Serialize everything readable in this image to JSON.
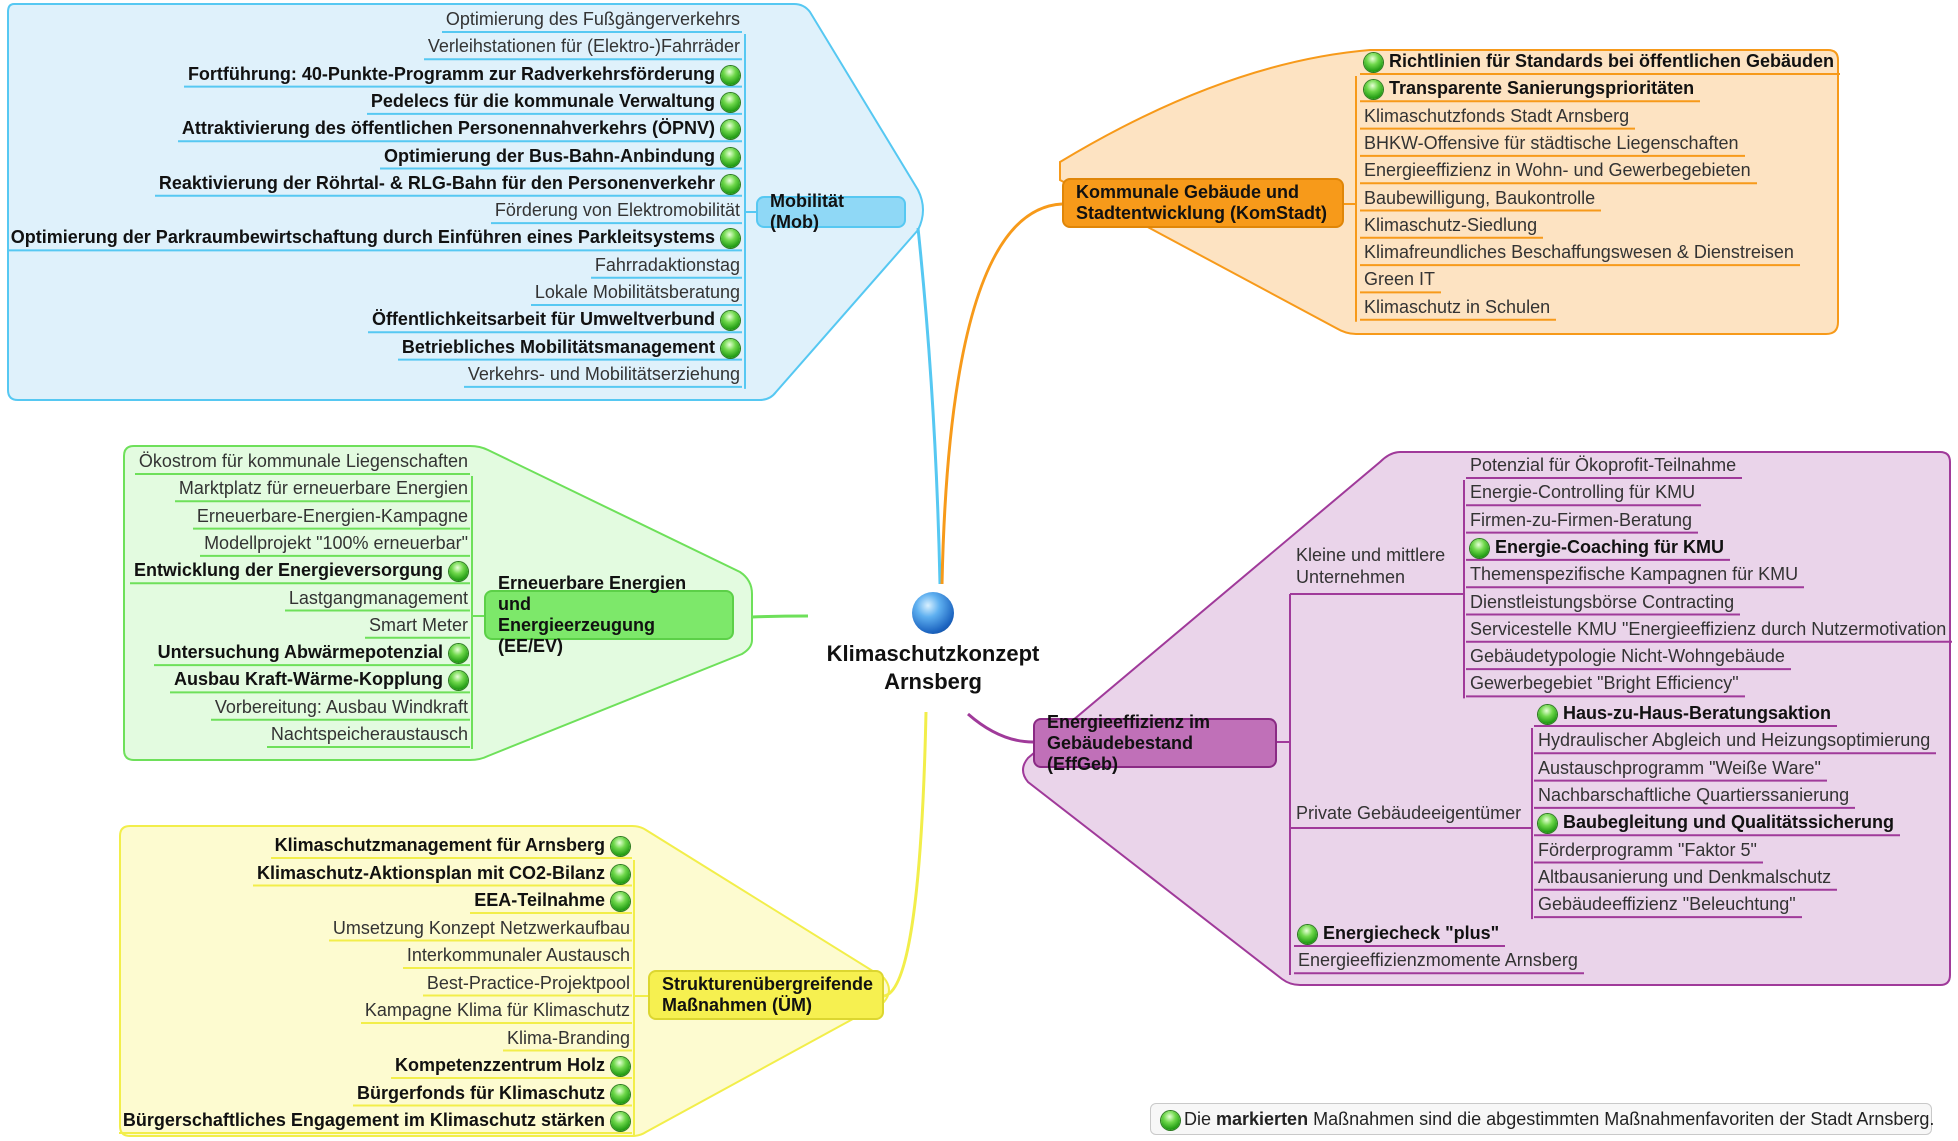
{
  "center": {
    "line1": "Klimaschutzkonzept",
    "line2": "Arnsberg"
  },
  "legend": {
    "pre": "Die ",
    "bold": "markierten",
    "post": " Maßnahmen sind die abgestimmten Maßnahmenfavoriten der Stadt Arnsberg."
  },
  "colors": {
    "mobilitaet": "#56c8f2",
    "kommunal": "#f79a1a",
    "erneuerbar": "#6ee05a",
    "effizienz": "#a03a9a",
    "struktur": "#f2ee4a"
  },
  "mobilitaet": {
    "topic": "Mobilität (Mob)",
    "items": [
      {
        "text": "Optimierung des Fußgängerverkehrs",
        "marked": false
      },
      {
        "text": "Verleihstationen für (Elektro-)Fahrräder",
        "marked": false
      },
      {
        "text": "Fortführung: 40-Punkte-Programm zur Radverkehrsförderung",
        "marked": true
      },
      {
        "text": "Pedelecs für die kommunale Verwaltung",
        "marked": true
      },
      {
        "text": "Attraktivierung des öffentlichen Personennahverkehrs (ÖPNV)",
        "marked": true
      },
      {
        "text": "Optimierung der Bus-Bahn-Anbindung",
        "marked": true
      },
      {
        "text": "Reaktivierung der Röhrtal- & RLG-Bahn für den Personenverkehr",
        "marked": true
      },
      {
        "text": "Förderung von Elektromobilität",
        "marked": false
      },
      {
        "text": "Optimierung der Parkraumbewirtschaftung durch Einführen eines Parkleitsystems",
        "marked": true
      },
      {
        "text": "Fahrradaktionstag",
        "marked": false
      },
      {
        "text": "Lokale Mobilitätsberatung",
        "marked": false
      },
      {
        "text": "Öffentlichkeitsarbeit für Umweltverbund",
        "marked": true
      },
      {
        "text": "Betriebliches Mobilitätsmanagement",
        "marked": true
      },
      {
        "text": "Verkehrs- und Mobilitätserziehung",
        "marked": false
      }
    ]
  },
  "erneuerbar": {
    "topic_line1": "Erneuerbare Energien und",
    "topic_line2": "Energieerzeugung (EE/EV)",
    "items": [
      {
        "text": "Ökostrom für kommunale Liegenschaften",
        "marked": false
      },
      {
        "text": "Marktplatz für erneuerbare Energien",
        "marked": false
      },
      {
        "text": "Erneuerbare-Energien-Kampagne",
        "marked": false
      },
      {
        "text": "Modellprojekt \"100% erneuerbar\"",
        "marked": false
      },
      {
        "text": "Entwicklung der Energieversorgung",
        "marked": true
      },
      {
        "text": "Lastgangmanagement",
        "marked": false
      },
      {
        "text": "Smart Meter",
        "marked": false
      },
      {
        "text": "Untersuchung Abwärmepotenzial",
        "marked": true
      },
      {
        "text": "Ausbau Kraft-Wärme-Kopplung",
        "marked": true
      },
      {
        "text": "Vorbereitung: Ausbau Windkraft",
        "marked": false
      },
      {
        "text": "Nachtspeicheraustausch",
        "marked": false
      }
    ]
  },
  "struktur": {
    "topic_line1": "Strukturenübergreifende",
    "topic_line2": "Maßnahmen (ÜM)",
    "items": [
      {
        "text": "Klimaschutzmanagement für Arnsberg",
        "marked": true
      },
      {
        "text": "Klimaschutz-Aktionsplan mit CO2-Bilanz",
        "marked": true
      },
      {
        "text": "EEA-Teilnahme",
        "marked": true
      },
      {
        "text": "Umsetzung Konzept Netzwerkaufbau",
        "marked": false
      },
      {
        "text": "Interkommunaler Austausch",
        "marked": false
      },
      {
        "text": "Best-Practice-Projektpool",
        "marked": false
      },
      {
        "text": "Kampagne Klima für Klimaschutz",
        "marked": false
      },
      {
        "text": "Klima-Branding",
        "marked": false
      },
      {
        "text": "Kompetenzzentrum Holz",
        "marked": true
      },
      {
        "text": "Bürgerfonds für Klimaschutz",
        "marked": true
      },
      {
        "text": "Bürgerschaftliches Engagement im Klimaschutz stärken",
        "marked": true
      }
    ]
  },
  "kommunal": {
    "topic_line1": "Kommunale Gebäude und",
    "topic_line2": "Stadtentwicklung (KomStadt)",
    "items": [
      {
        "text": "Richtlinien für Standards bei öffentlichen Gebäuden",
        "marked": true
      },
      {
        "text": "Transparente Sanierungsprioritäten",
        "marked": true
      },
      {
        "text": "Klimaschutzfonds Stadt Arnsberg",
        "marked": false
      },
      {
        "text": "BHKW-Offensive für städtische Liegenschaften",
        "marked": false
      },
      {
        "text": "Energieeffizienz in Wohn- und Gewerbegebieten",
        "marked": false
      },
      {
        "text": "Baubewilligung, Baukontrolle",
        "marked": false
      },
      {
        "text": "Klimaschutz-Siedlung",
        "marked": false
      },
      {
        "text": "Klimafreundliches Beschaffungswesen & Dienstreisen",
        "marked": false
      },
      {
        "text": "Green IT",
        "marked": false
      },
      {
        "text": "Klimaschutz in Schulen",
        "marked": false
      }
    ]
  },
  "effizienz": {
    "topic_line1": "Energieeffizienz im",
    "topic_line2": "Gebäudebestand (EffGeb)",
    "kmu": {
      "label_line1": "Kleine und mittlere",
      "label_line2": "Unternehmen",
      "items": [
        {
          "text": "Potenzial für Ökoprofit-Teilnahme",
          "marked": false
        },
        {
          "text": "Energie-Controlling für KMU",
          "marked": false
        },
        {
          "text": "Firmen-zu-Firmen-Beratung",
          "marked": false
        },
        {
          "text": "Energie-Coaching für KMU",
          "marked": true
        },
        {
          "text": "Themenspezifische Kampagnen für KMU",
          "marked": false
        },
        {
          "text": "Dienstleistungsbörse Contracting",
          "marked": false
        },
        {
          "text": "Servicestelle KMU \"Energieeffizienz durch Nutzermotivation",
          "marked": false
        },
        {
          "text": "Gebäudetypologie Nicht-Wohngebäude",
          "marked": false
        },
        {
          "text": "Gewerbegebiet \"Bright Efficiency\"",
          "marked": false
        }
      ]
    },
    "privat": {
      "label": "Private Gebäudeeigentümer",
      "items": [
        {
          "text": "Haus-zu-Haus-Beratungsaktion",
          "marked": true
        },
        {
          "text": "Hydraulischer Abgleich und Heizungsoptimierung",
          "marked": false
        },
        {
          "text": "Austauschprogramm \"Weiße Ware\"",
          "marked": false
        },
        {
          "text": "Nachbarschaftliche Quartierssanierung",
          "marked": false
        },
        {
          "text": "Baubegleitung und Qualitätssicherung",
          "marked": true
        },
        {
          "text": "Förderprogramm \"Faktor 5\"",
          "marked": false
        },
        {
          "text": "Altbausanierung und Denkmalschutz",
          "marked": false
        },
        {
          "text": "Gebäudeeffizienz \"Beleuchtung\"",
          "marked": false
        }
      ]
    },
    "extra": [
      {
        "text": "Energiecheck \"plus\"",
        "marked": true
      },
      {
        "text": "Energieeffizienzmomente Arnsberg",
        "marked": false
      }
    ]
  }
}
